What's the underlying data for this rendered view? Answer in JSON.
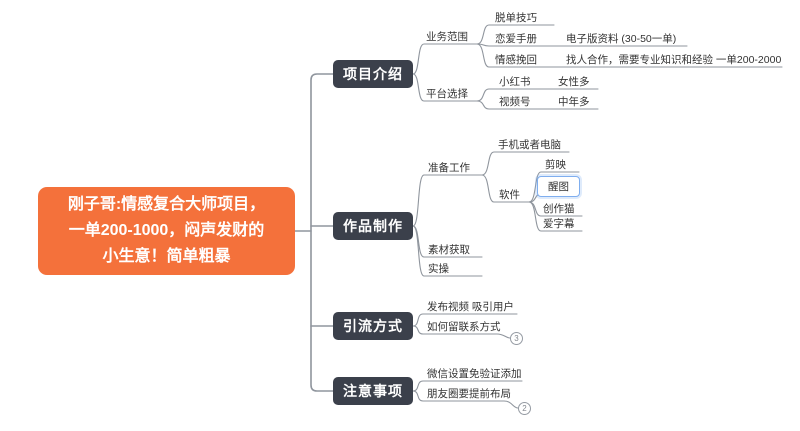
{
  "colors": {
    "root_bg": "#F4713B",
    "branch_bg": "#3B404B",
    "connector_line": "#8F959D",
    "selection_border": "#7FAEEF",
    "text": "#333333"
  },
  "root": {
    "label": "刚子哥:情感复合大师项目，\n一单200-1000，闷声发财的\n小生意！简单粗暴"
  },
  "branches": [
    {
      "label": "项目介绍",
      "children": [
        {
          "label": "业务范围",
          "children": [
            {
              "label": "脱单技巧",
              "note": ""
            },
            {
              "label": "恋爱手册",
              "note": "电子版资料 (30-50一单)"
            },
            {
              "label": "情感挽回",
              "note": "找人合作，需要专业知识和经验 一单200-2000"
            }
          ]
        },
        {
          "label": "平台选择",
          "children": [
            {
              "label": "小红书",
              "note": "女性多"
            },
            {
              "label": "视频号",
              "note": "中年多"
            }
          ]
        }
      ]
    },
    {
      "label": "作品制作",
      "children": [
        {
          "label": "准备工作",
          "children": [
            {
              "label": "手机或者电脑"
            },
            {
              "label": "软件",
              "children": [
                {
                  "label": "剪映"
                },
                {
                  "label": "醒图",
                  "selected": true
                },
                {
                  "label": "创作猫"
                },
                {
                  "label": "爱字幕"
                }
              ]
            }
          ]
        },
        {
          "label": "素材获取"
        },
        {
          "label": "实操"
        }
      ]
    },
    {
      "label": "引流方式",
      "children": [
        {
          "label": "发布视频 吸引用户"
        },
        {
          "label": "如何留联系方式",
          "collapsed_count": "3"
        }
      ]
    },
    {
      "label": "注意事项",
      "children": [
        {
          "label": "微信设置免验证添加"
        },
        {
          "label": "朋友圈要提前布局",
          "collapsed_count": "2"
        }
      ]
    }
  ]
}
